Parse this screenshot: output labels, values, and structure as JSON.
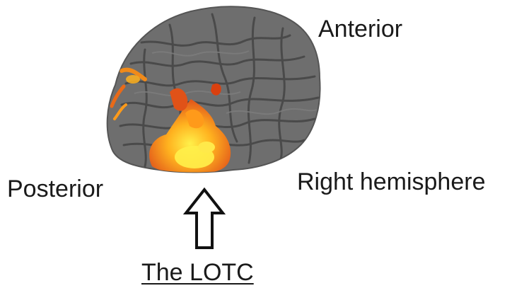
{
  "labels": {
    "anterior": "Anterior",
    "posterior": "Posterior",
    "hemisphere": "Right hemisphere",
    "region": "The LOTC"
  },
  "colors": {
    "cortex": "#6e6e6e",
    "sulcus": "#4a4a4a",
    "activation_hot": "#ffe23a",
    "activation_mid": "#ff9a1a",
    "activation_low": "#d9400f"
  },
  "icons": {
    "pointer": "up-arrow-icon"
  }
}
